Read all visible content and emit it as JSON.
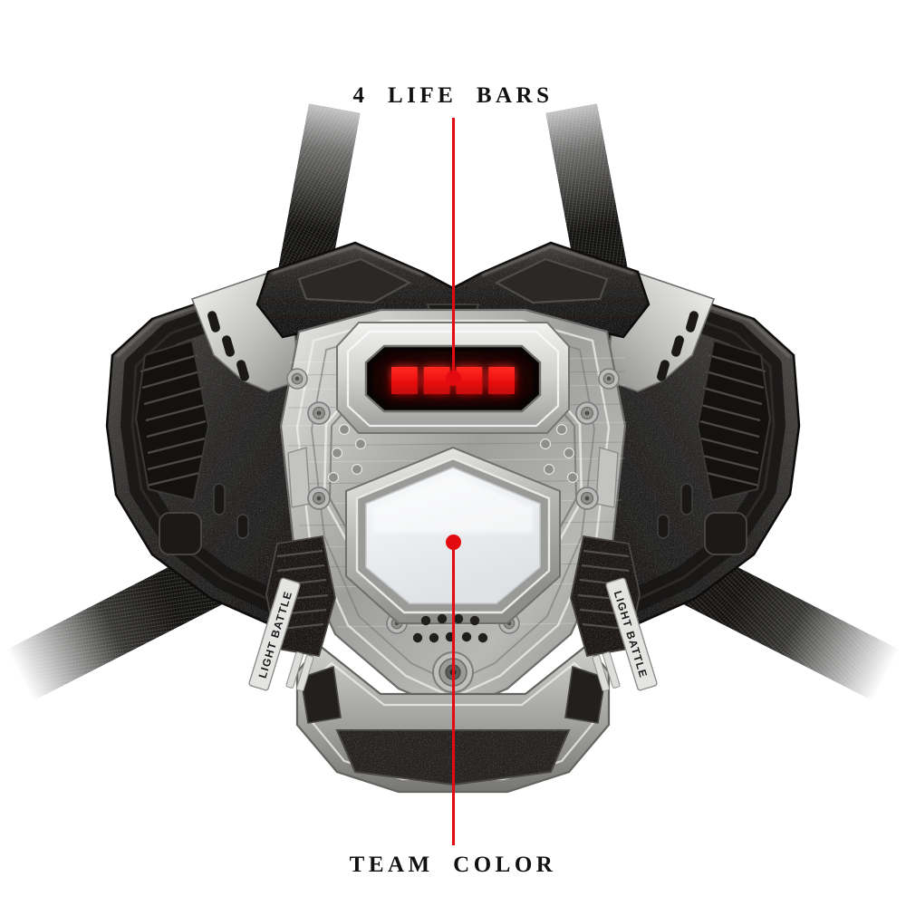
{
  "page": {
    "title": "Laser Tag Vest — Annotated Features",
    "background_color": "#ffffff"
  },
  "annotations": {
    "accent_color": "#e40b10",
    "top": {
      "label": "4  LIFE  BARS",
      "leader_line": "vertical-red-line",
      "target": "life-bar-display"
    },
    "bottom": {
      "label": "TEAM  COLOR",
      "leader_line": "vertical-red-line",
      "target": "team-color-panel"
    }
  },
  "vest": {
    "name": "laser-tag-chest-vest",
    "shell_color": "#23211f",
    "plate_color": "#a9a9a7",
    "accent_metal": "#d5d5d3",
    "life_bars": {
      "count": 4,
      "lit": 4,
      "segment_color": "#ee1111",
      "window_color": "#1a0404",
      "label": "life-bar-display"
    },
    "team_color_panel": {
      "shape": "hexagon",
      "color": "#eceef0",
      "label": "team-color-panel"
    },
    "side_tags": {
      "left_text": "LIGHT BATTLE",
      "right_text": "LIGHT BATTLE"
    },
    "straps": [
      {
        "name": "upper-left-shoulder-strap",
        "color": "#12110f"
      },
      {
        "name": "upper-right-shoulder-strap",
        "color": "#12110f"
      },
      {
        "name": "lower-left-waist-strap",
        "color": "#12110f"
      },
      {
        "name": "lower-right-waist-strap",
        "color": "#12110f"
      }
    ],
    "vents": {
      "left": "ribbed-vent-grille",
      "right": "ribbed-vent-grille"
    },
    "speaker_grille_holes": 13,
    "sensor_port": "circular-ir-sensor"
  }
}
